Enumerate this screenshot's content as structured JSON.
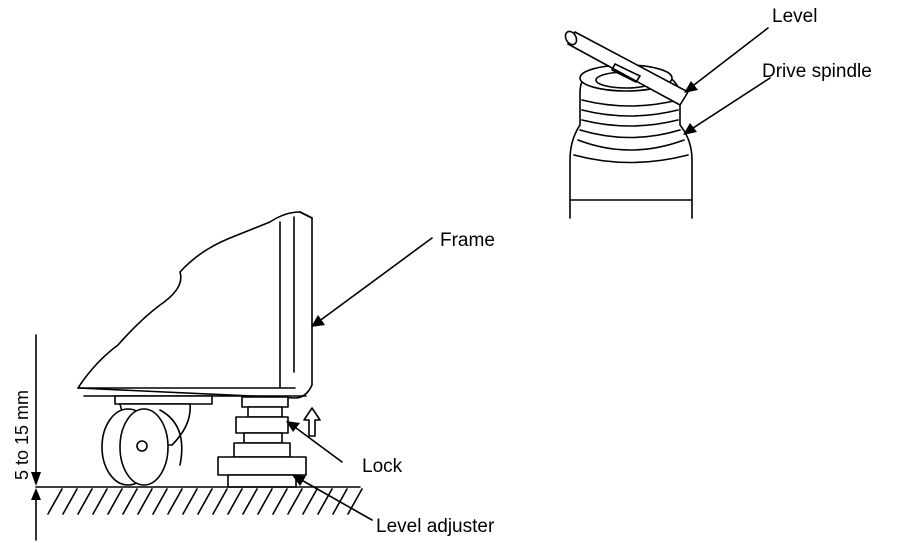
{
  "labels": {
    "level": "Level",
    "drive_spindle": "Drive spindle",
    "frame": "Frame",
    "lock": "Lock",
    "level_adjuster": "Level adjuster",
    "dimension": "5 to 15 mm"
  }
}
